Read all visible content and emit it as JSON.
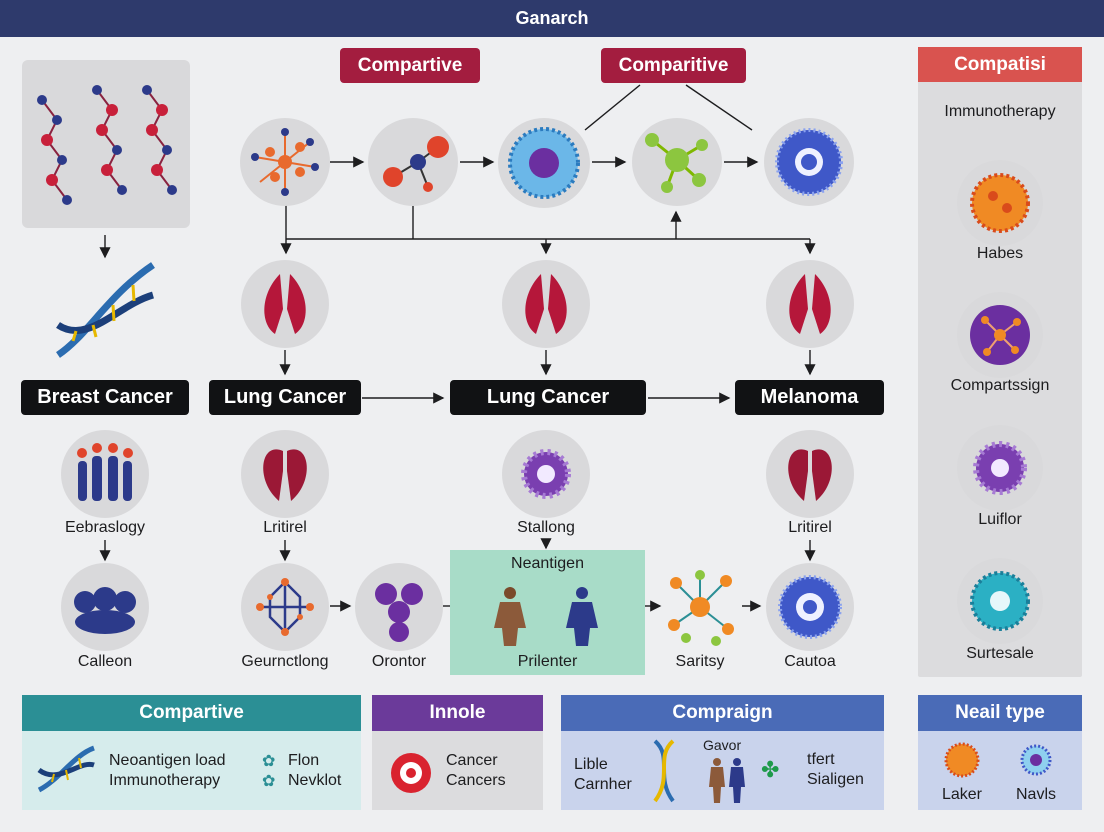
{
  "title": "Ganarch",
  "top_pills": [
    "Compartive",
    "Comparitive"
  ],
  "right_panel": {
    "header": "Compatisi",
    "items": [
      "Immunotherapy",
      "Habes",
      "Compartssign",
      "Luiflor",
      "Surtesale"
    ]
  },
  "cancer_labels": [
    "Breast Cancer",
    "Lung Cancer",
    "Lung Cancer",
    "Melanoma"
  ],
  "row3_labels": [
    "Eebraslogy",
    "Lritirel",
    "Stallong",
    "Lritirel"
  ],
  "row4_labels": [
    "Calleon",
    "Geurnctlong",
    "Orontor",
    "Prilenter",
    "Saritsy",
    "Cautoa"
  ],
  "neoantigen_label": "Neantigen",
  "bottom": {
    "box1": {
      "header": "Compartive",
      "line1": "Neoantigen load",
      "line2": "Immunotherapy",
      "side1": "Flon",
      "side2": "Nevklot"
    },
    "box2": {
      "header": "Innole",
      "line1": "Cancer",
      "line2": "Cancers"
    },
    "box3": {
      "header": "Compraign",
      "left1": "Lible",
      "left2": "Carnher",
      "top": "Gavor",
      "right1": "tfert",
      "right2": "Sialigen"
    },
    "box4": {
      "header": "Neail type",
      "item1": "Laker",
      "item2": "Navls"
    }
  },
  "colors": {
    "navy": "#2e3a6c",
    "crimson": "#a31d3f",
    "dark": "#111214",
    "teal": "#2b8f95",
    "purple": "#6b3a9a",
    "blue": "#4a6bb7",
    "coral": "#d9534f",
    "mint": "#a8dcc8",
    "lightblue": "#c9d3ec",
    "lighttealbg": "#d6ecec"
  }
}
